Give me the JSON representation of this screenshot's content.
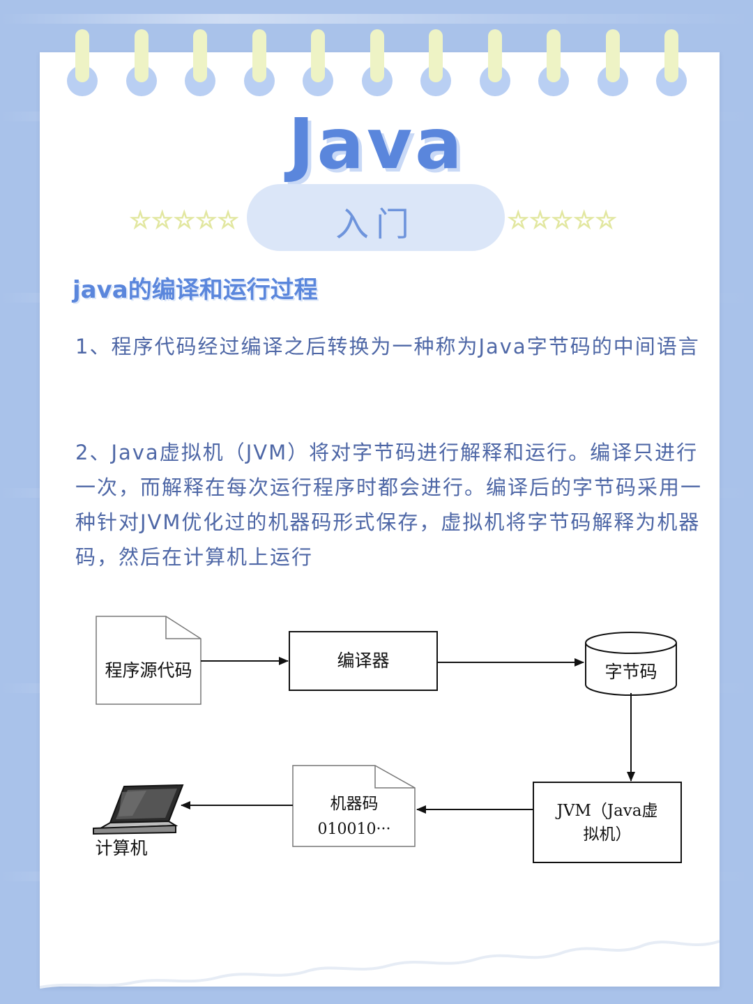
{
  "title": "Java",
  "subtitle": "入门",
  "stars_left": "☆☆☆☆☆",
  "stars_right": "☆☆☆☆☆",
  "heading": "java的编译和运行过程",
  "paragraphs": [
    "1、程序代码经过编译之后转换为一种称为Java字节码的中间语言",
    "2、Java虚拟机（JVM）将对字节码进行解释和运行。编译只进行一次，而解释在每次运行程序时都会进行。编译后的字节码采用一种针对JVM优化过的机器码形式保存，虚拟机将字节码解释为机器码，然后在计算机上运行"
  ],
  "diagram": {
    "source_code": "程序源代码",
    "compiler": "编译器",
    "bytecode": "字节码",
    "jvm_line1": "JVM（Java虚",
    "jvm_line2": "拟机）",
    "machine_code_line1": "机器码",
    "machine_code_line2": "010010···",
    "computer": "计算机"
  },
  "colors": {
    "background": "#a9c2ea",
    "accent": "#5a86dc",
    "text": "#4e67a6",
    "pill": "#dbe6f8",
    "ring_post": "#eef3c5"
  }
}
